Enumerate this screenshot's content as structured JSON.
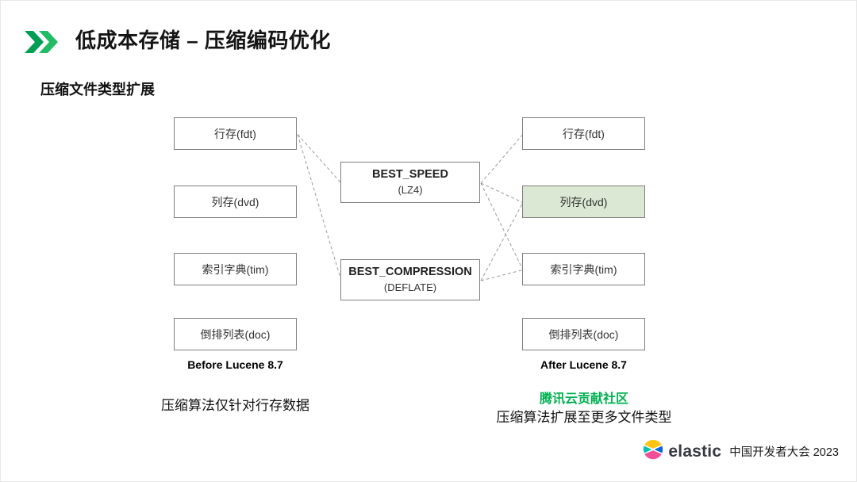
{
  "colors": {
    "accent_green_dark": "#009E54",
    "accent_green_light": "#22BC66",
    "highlight_box_bg": "#DBE8D3",
    "community_text_green": "#00B050",
    "connector_gray": "#9A9A9A",
    "box_border_gray": "#7F7F7F"
  },
  "header": {
    "title": "低成本存储 – 压缩编码优化"
  },
  "section": {
    "subtitle": "压缩文件类型扩展"
  },
  "diagram": {
    "left_column": {
      "items": [
        {
          "label": "行存(fdt)"
        },
        {
          "label": "列存(dvd)"
        },
        {
          "label": "索引字典(tim)"
        },
        {
          "label": "倒排列表(doc)"
        }
      ],
      "caption": "Before Lucene 8.7",
      "note": "压缩算法仅针对行存数据"
    },
    "middle_column": {
      "items": [
        {
          "title": "BEST_SPEED",
          "subtitle": "(LZ4)"
        },
        {
          "title": "BEST_COMPRESSION",
          "subtitle": "(DEFLATE)"
        }
      ]
    },
    "right_column": {
      "items": [
        {
          "label": "行存(fdt)",
          "highlighted": false
        },
        {
          "label": "列存(dvd)",
          "highlighted": true
        },
        {
          "label": "索引字典(tim)",
          "highlighted": false
        },
        {
          "label": "倒排列表(doc)",
          "highlighted": false
        }
      ],
      "caption": "After Lucene 8.7",
      "note_highlight": "腾讯云贡献社区",
      "note": "压缩算法扩展至更多文件类型"
    },
    "edges": [
      {
        "from": "left-0",
        "to": "mid-0"
      },
      {
        "from": "left-0",
        "to": "mid-1"
      },
      {
        "from": "mid-0",
        "to": "right-0"
      },
      {
        "from": "mid-0",
        "to": "right-1"
      },
      {
        "from": "mid-0",
        "to": "right-2"
      },
      {
        "from": "mid-1",
        "to": "right-1"
      },
      {
        "from": "mid-1",
        "to": "right-2"
      }
    ]
  },
  "footer": {
    "brand": "elastic",
    "event": "中国开发者大会 2023"
  }
}
